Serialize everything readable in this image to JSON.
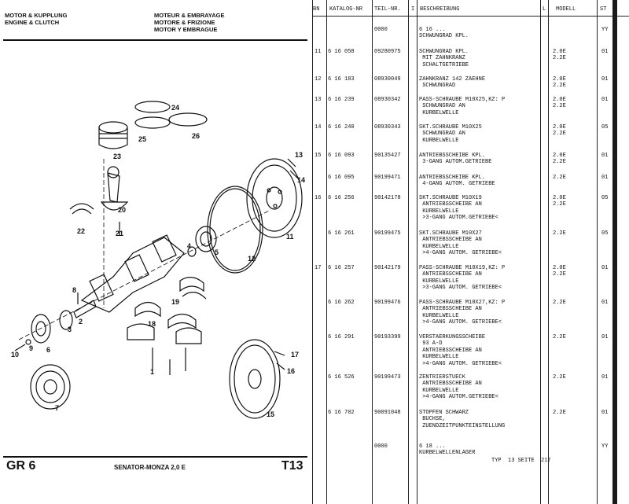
{
  "header": {
    "de": "MOTOR & KUPPLUNG\nENGINE & CLUTCH",
    "fr": "MOTEUR & EMBRAYAGE\nMOTORE & FRIZIONE\nMOTOR Y EMBRAGUE"
  },
  "footer": {
    "group": "GR 6",
    "model": "SENATOR-MONZA   2,0 E",
    "page": "T13"
  },
  "diagram_labels": [
    "24",
    "25",
    "23",
    "26",
    "13",
    "14",
    "20",
    "22",
    "21",
    "12",
    "11",
    "5",
    "4",
    "2",
    "3",
    "8",
    "9",
    "10",
    "6",
    "7",
    "19",
    "18",
    "1",
    "17",
    "16",
    "15"
  ],
  "columns": [
    "BN",
    "KATALOG-NR",
    "TEIL-NR.",
    "I",
    "BESCHREIBUNG",
    "L",
    "MODELL",
    "ST"
  ],
  "rows": [
    {
      "bn": "",
      "kat": "",
      "teil": "0000",
      "desc": "6 16 ...\nSCHWUNGRAD KPL.",
      "mod": "",
      "st": "YY"
    },
    {
      "bn": "11",
      "kat": "6 16 058",
      "teil": "09280975",
      "desc": "SCHWUNGRAD KPL.\n MIT ZAHNKRANZ\n SCHALTGETRIEBE",
      "mod": "2.0E\n2.2E",
      "st": "01"
    },
    {
      "bn": "12",
      "kat": "6 16 183",
      "teil": "08930049",
      "desc": "ZAHNKRANZ 142 ZAEHNE\n SCHWUNGRAD",
      "mod": "2.0E\n2.2E",
      "st": "01"
    },
    {
      "bn": "13",
      "kat": "6 16 239",
      "teil": "08930342",
      "desc": "PASS-SCHRAUBE M10X25,KZ: P\n SCHWUNGRAD AN\n KURBELWELLE",
      "mod": "2.0E\n2.2E",
      "st": "01"
    },
    {
      "bn": "14",
      "kat": "6 16 240",
      "teil": "08930343",
      "desc": "SKT.SCHRAUBE M10X25\n SCHWUNGRAD AN\n KURBELWELLE",
      "mod": "2.0E\n2.2E",
      "st": "05"
    },
    {
      "bn": "15",
      "kat": "6 16 093",
      "teil": "90135427",
      "desc": "ANTRIEBSSCHEIBE KPL.\n 3-GANG AUTOM.GETRIEBE",
      "mod": "2.0E\n2.2E",
      "st": "01"
    },
    {
      "bn": "",
      "kat": "6 16 095",
      "teil": "90199471",
      "desc": "ANTRIEBSSCHEIBE KPL.\n 4-GANG AUTOM. GETRIEBE",
      "mod": "2.2E",
      "st": "01"
    },
    {
      "bn": "16",
      "kat": "6 16 256",
      "teil": "90142178",
      "desc": "SKT.SCHRAUBE M10X19\n ANTRIEBSSCHEIBE AN\n KURBELWELLE\n >3-GANG AUTOM.GETRIEBE<",
      "mod": "2.0E\n2.2E",
      "st": "05"
    },
    {
      "bn": "",
      "kat": "6 16 261",
      "teil": "90199475",
      "desc": "SKT.SCHRAUBE M10X27\n ANTRIEBSSCHEIBE AN\n KURBELWELLE\n >4-GANG AUTOM. GETRIEBE<",
      "mod": "2.2E",
      "st": "05"
    },
    {
      "bn": "17",
      "kat": "6 16 257",
      "teil": "90142179",
      "desc": "PASS-SCHRAUBE M10X19,KZ: P\n ANTRIEBSSCHEIBE AN\n KURBELWELLE\n >3-GANG AUTOM. GETRIEBE<",
      "mod": "2.0E\n2.2E",
      "st": "01"
    },
    {
      "bn": "",
      "kat": "6 16 262",
      "teil": "90199476",
      "desc": "PASS-SCHRAUBE M10X27,KZ: P\n ANTRIEBSSCHEIBE AN\n KURBELWELLE\n >4-GANG AUTOM. GETRIEBE<",
      "mod": "2.2E",
      "st": "01"
    },
    {
      "bn": "",
      "kat": "6 16 291",
      "teil": "90193399",
      "desc": "VERSTAERKUNGSSCHEIBE\n 93 A-D\n ANTRIEBSSCHEIBE AN\n KURBELWELLE\n >4-GANG AUTOM. GETRIEBE<",
      "mod": "2.2E",
      "st": "01"
    },
    {
      "bn": "",
      "kat": "6 16 526",
      "teil": "90199473",
      "desc": "ZENTRIERSTUECK\n ANTRIEBSSCHEIBE AN\n KURBELWELLE\n >4-GANG AUTOM.GETRIEBE<",
      "mod": "2.2E",
      "st": "01"
    },
    {
      "bn": "",
      "kat": "6 16 702",
      "teil": "90091048",
      "desc": "STOPFEN SCHWARZ\n BUCHSE,\n ZUENDZEITPUNKTEINSTELLUNG",
      "mod": "2.2E",
      "st": "01"
    },
    {
      "bn": "",
      "kat": "",
      "teil": "0000",
      "desc": "6 18 ...\nKURBELWELLENLAGER",
      "mod": "",
      "st": "YY"
    }
  ],
  "typ_note": "TYP  13 SEITE  217"
}
